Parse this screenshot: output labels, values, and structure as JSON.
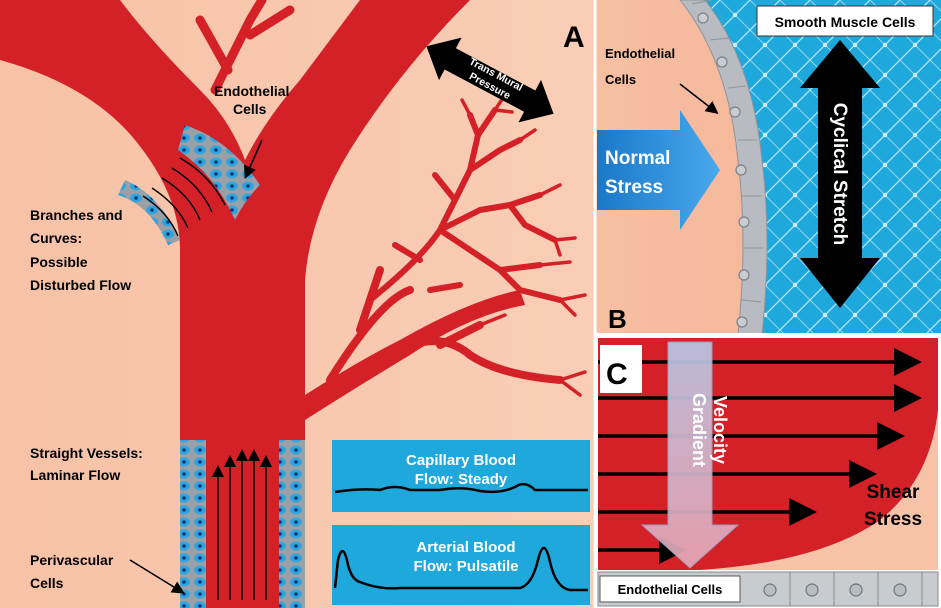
{
  "panels": {
    "a": {
      "letter": "A",
      "endothelial_label_1": "Endothelial",
      "endothelial_label_2": "Cells",
      "branches_1": "Branches and",
      "branches_2": "Curves:",
      "branches_3": "Possible",
      "branches_4": "Disturbed Flow",
      "trans_1": "Trans Mural",
      "trans_2": "Pressure",
      "straight_1": "Straight Vessels:",
      "straight_2": "Laminar Flow",
      "perivascular_1": "Perivascular",
      "perivascular_2": "Cells",
      "capillary_1": "Capillary Blood",
      "capillary_2": "Flow: Steady",
      "arterial_1": "Arterial Blood",
      "arterial_2": "Flow: Pulsatile"
    },
    "b": {
      "letter": "B",
      "smooth_muscle": "Smooth Muscle Cells",
      "endothelial_1": "Endothelial",
      "endothelial_2": "Cells",
      "normal_1": "Normal",
      "normal_2": "Stress",
      "cyclical": "Cyclical Stretch"
    },
    "c": {
      "letter": "C",
      "velocity_1": "Velocity",
      "velocity_2": "Gradient",
      "shear_1": "Shear",
      "shear_2": "Stress",
      "endothelial": "Endothelial Cells"
    }
  },
  "colors": {
    "vessel_red": "#d42027",
    "background_peach": "#f9c9b0",
    "cyan": "#1fa8dc",
    "black": "#000000"
  }
}
